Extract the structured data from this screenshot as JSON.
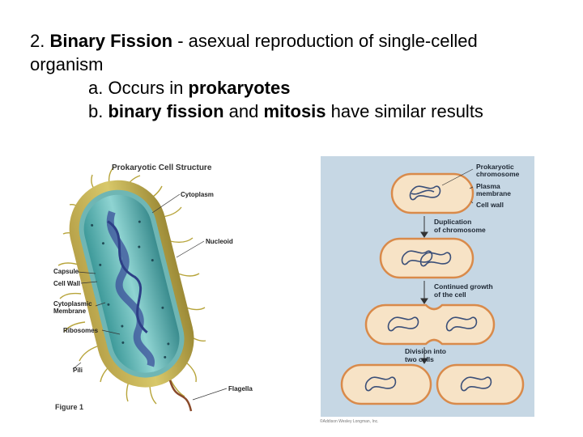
{
  "heading": {
    "number": "2.",
    "term": "Binary Fission",
    "definition": "- asexual reproduction of single-celled organism"
  },
  "points": [
    {
      "marker": "a.",
      "pre": "Occurs in",
      "bold": "prokaryotes"
    },
    {
      "marker": "b.",
      "bold1": "binary fission",
      "mid": "and",
      "bold2": "mitosis",
      "post": "have similar results"
    }
  ],
  "figure_left": {
    "title": "Prokaryotic Cell Structure",
    "caption": "Figure 1",
    "labels": {
      "cytoplasm": "Cytoplasm",
      "nucleoid": "Nucleoid",
      "capsule": "Capsule",
      "cell_wall": "Cell Wall",
      "cytoplasmic_membrane_1": "Cytoplasmic",
      "cytoplasmic_membrane_2": "Membrane",
      "ribosomes": "Ribosomes",
      "pili": "Pili",
      "flagella": "Flagella"
    }
  },
  "figure_right": {
    "labels": {
      "prokaryotic_chromosome_1": "Prokaryotic",
      "prokaryotic_chromosome_2": "chromosome",
      "plasma_membrane_1": "Plasma",
      "plasma_membrane_2": "membrane",
      "cell_wall": "Cell wall",
      "duplication_1": "Duplication",
      "duplication_2": "of chromosome",
      "growth_1": "Continued growth",
      "growth_2": "of the cell",
      "division_1": "Division into",
      "division_2": "two cells"
    },
    "copyright": "©Addison Wesley Longman, Inc.",
    "colors": {
      "cell_fill": "#f7e3c6",
      "cell_border": "#d98a4a",
      "panel": "#c6d7e4",
      "dna": "#3b4f78"
    }
  }
}
